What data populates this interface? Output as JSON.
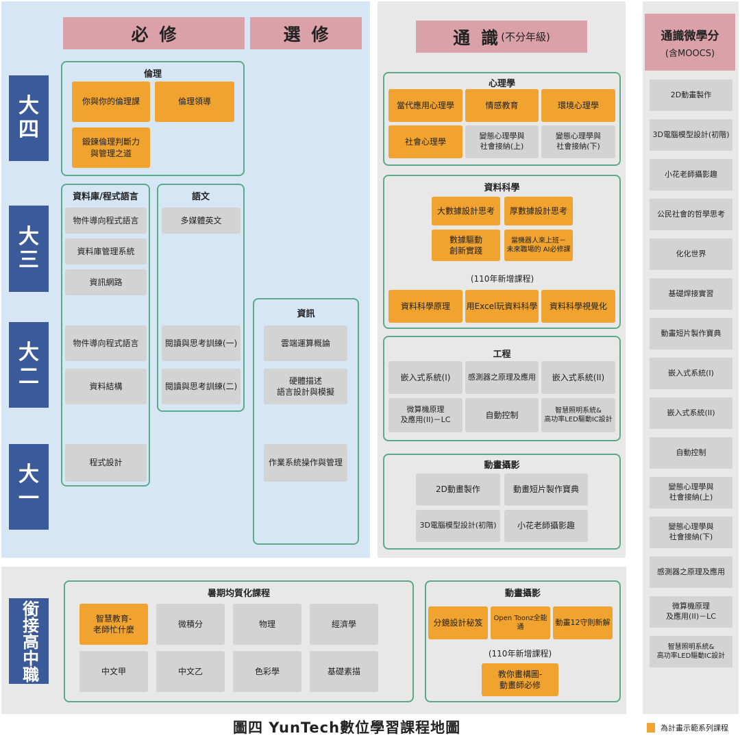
{
  "headers": {
    "required": "必修",
    "elective": "選修",
    "general": "通識",
    "general_sub": "(不分年級)",
    "micro_line1": "通識微學分",
    "micro_line2": "(含MOOCS)"
  },
  "years": {
    "y4": [
      "大",
      "四"
    ],
    "y3": [
      "大",
      "三"
    ],
    "y2": [
      "大",
      "二"
    ],
    "y1": [
      "大",
      "一"
    ],
    "bridge": "銜接高中職"
  },
  "ethics": {
    "title": "倫理",
    "items": [
      "你與你的倫理課",
      "倫理領導",
      "鍛鍊倫理判斷力\n與管理之道"
    ]
  },
  "database": {
    "title": "資料庫/程式語言",
    "items": [
      "物件導向程式語言",
      "資料庫管理系統",
      "資訊網路",
      "物件導向程式語言",
      "資料結構",
      "程式設計"
    ]
  },
  "language": {
    "title": "語文",
    "items": [
      "多媒體英文",
      "閱讀與思考訓練(一)",
      "閱讀與思考訓練(二)"
    ]
  },
  "info": {
    "title": "資訊",
    "items": [
      "雲端運算概論",
      "硬體描述\n語言設計與模擬",
      "作業系統操作與管理"
    ]
  },
  "psychology": {
    "title": "心理學",
    "items": [
      "當代應用心理學",
      "情感教育",
      "環境心理學",
      "社會心理學",
      "變態心理學與\n社會接納(上)",
      "變態心理學與\n社會接納(下)"
    ]
  },
  "datascience": {
    "title": "資料科學",
    "items": [
      "大數據設計思考",
      "厚數據設計思考",
      "數據驅動\n創新實踐",
      "當機器人來上班－\n未來職場的 AI必修課"
    ],
    "note": "(110年新增課程)",
    "new_items": [
      "資料科學原理",
      "用Excel玩資料科學",
      "資料科學視覺化"
    ]
  },
  "engineering": {
    "title": "工程",
    "items": [
      "嵌入式系統(I)",
      "感測器之原理及應用",
      "嵌入式系統(II)",
      "微算機原理\n及應用(II)－LC",
      "自動控制",
      "智慧照明系統&\n高功率LED驅動IC設計"
    ]
  },
  "animation": {
    "title": "動畫攝影",
    "items": [
      "2D動畫製作",
      "動畫短片製作寶典",
      "3D電腦模型設計(初階)",
      "小花老師攝影趣"
    ]
  },
  "summer": {
    "title": "暑期均質化課程",
    "items": [
      "智慧教育-\n老師忙什麼",
      "微積分",
      "物理",
      "經濟學",
      "中文甲",
      "中文乙",
      "色彩學",
      "基礎素描"
    ]
  },
  "bridge_animation": {
    "title": "動畫攝影",
    "items": [
      "分鏡設計秘笈",
      "Open Toonz全能通",
      "動畫12守則新解"
    ],
    "note": "(110年新增課程)",
    "new_item": "教你畫構圖-\n動畫師必修"
  },
  "micro": {
    "items": [
      "2D動畫製作",
      "3D電腦模型設計(初階)",
      "小花老師攝影趣",
      "公民社會的哲學思考",
      "化化世界",
      "基礎焊接實習",
      "動畫短片製作寶典",
      "嵌入式系統(I)",
      "嵌入式系統(II)",
      "自動控制",
      "變態心理學與\n社會接納(上)",
      "變態心理學與\n社會接納(下)",
      "感測器之原理及應用",
      "微算機原理\n及應用(II)－LC",
      "智慧照明系統&\n高功率LED驅動IC設計"
    ]
  },
  "caption": "圖四  YunTech數位學習課程地圖",
  "legend": "為計畫示範系列課程",
  "colors": {
    "demo_course": "#f0a32e",
    "regular_course": "#d3d3d3",
    "header": "#dba1a9",
    "year_badge": "#3b5a9a",
    "group_border": "#5aaa8a"
  }
}
